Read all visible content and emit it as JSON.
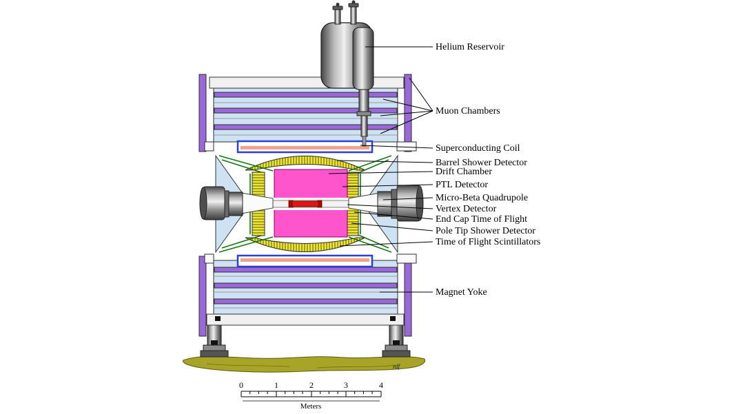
{
  "diagram": {
    "labels": {
      "helium_reservoir": "Helium Reservoir",
      "muon_chambers": "Muon Chambers",
      "superconducting_coil": "Superconducting Coil",
      "barrel_shower_detector": "Barrel Shower Detector",
      "drift_chamber": "Drift Chamber",
      "ptl_detector": "PTL Detector",
      "micro_beta_quadrupole": "Micro-Beta Quadrupole",
      "vertex_detector": "Vertex Detector",
      "end_cap_time_of_flight": "End Cap Time of Flight",
      "pole_tip_shower_detector": "Pole Tip Shower Detector",
      "time_of_flight_scintillators": "Time of Flight Scintillators",
      "magnet_yoke": "Magnet Yoke"
    },
    "scale": {
      "tick_labels": [
        "0",
        "1",
        "2",
        "3",
        "4"
      ],
      "unit_label": "Meters"
    },
    "signature": "rdf",
    "colors": {
      "lightblue": "#cfe2f4",
      "purple": "#9a68d8",
      "magenta": "#ff55cc",
      "red": "#e41414",
      "salmon": "#efa28e",
      "yellow": "#ece73a",
      "hatch": "#76730c",
      "green": "#117711",
      "coil": "#2a3fd4",
      "ground": "#a8a428"
    }
  }
}
